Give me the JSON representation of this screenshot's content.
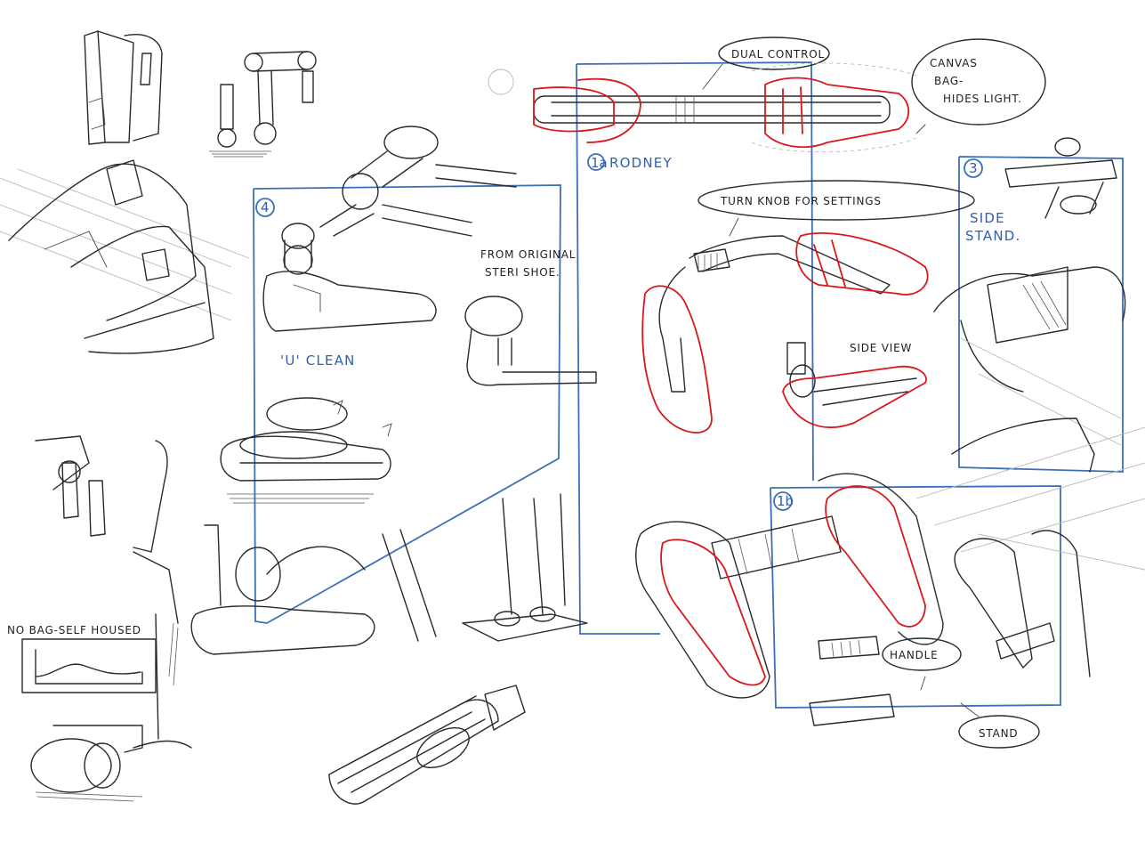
{
  "sheet": {
    "colors": {
      "pencil": "#2a2a2a",
      "red_marker": "#d9181d",
      "blue_pencil": "#3c6fb8",
      "paper": "#ffffff"
    },
    "annotations": {
      "dual_control": "DUAL CONTROL",
      "canvas_bag_line1": "CANVAS",
      "canvas_bag_line2": "BAG-",
      "canvas_bag_line3": "HIDES LIGHT.",
      "turn_knob": "TURN KNOB FOR SETTINGS",
      "from_original_line1": "FROM ORIGINAL",
      "from_original_line2": "STERI SHOE.",
      "side_view": "SIDE VIEW",
      "handle": "HANDLE",
      "stand": "STAND",
      "no_bag": "NO BAG-SELF HOUSED"
    },
    "blue_labels": {
      "rodney": "RODNEY",
      "rodney_number": "1a",
      "u_clean": "'U' CLEAN",
      "panel4_number": "4",
      "panel3_number": "3",
      "side_stand_line1": "SIDE",
      "side_stand_line2": "STAND.",
      "panel1b_number": "1b"
    }
  }
}
